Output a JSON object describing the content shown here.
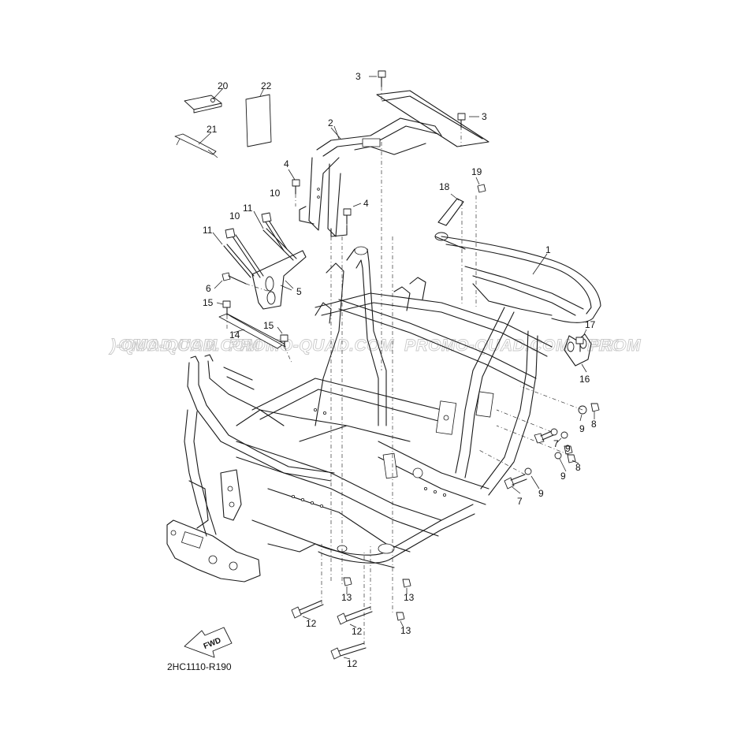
{
  "diagram": {
    "code": "2HC1110-R190",
    "fwd_label": "FWD",
    "watermark": "PROMO-QUAD.COM",
    "callouts": {
      "c1": "1",
      "c2": "2",
      "c3a": "3",
      "c3b": "3",
      "c4a": "4",
      "c4b": "4",
      "c5": "5",
      "c6": "6",
      "c7a": "7",
      "c7b": "7",
      "c8a": "8",
      "c8b": "8",
      "c9a": "9",
      "c9b": "9",
      "c9c": "9",
      "c10a": "10",
      "c10b": "10",
      "c11a": "11",
      "c11b": "11",
      "c12a": "12",
      "c12b": "12",
      "c12c": "12",
      "c13a": "13",
      "c13b": "13",
      "c13c": "13",
      "c14": "14",
      "c15a": "15",
      "c15b": "15",
      "c16": "16",
      "c17": "17",
      "c18": "18",
      "c19": "19",
      "c20": "20",
      "c21": "21",
      "c22": "22"
    }
  }
}
